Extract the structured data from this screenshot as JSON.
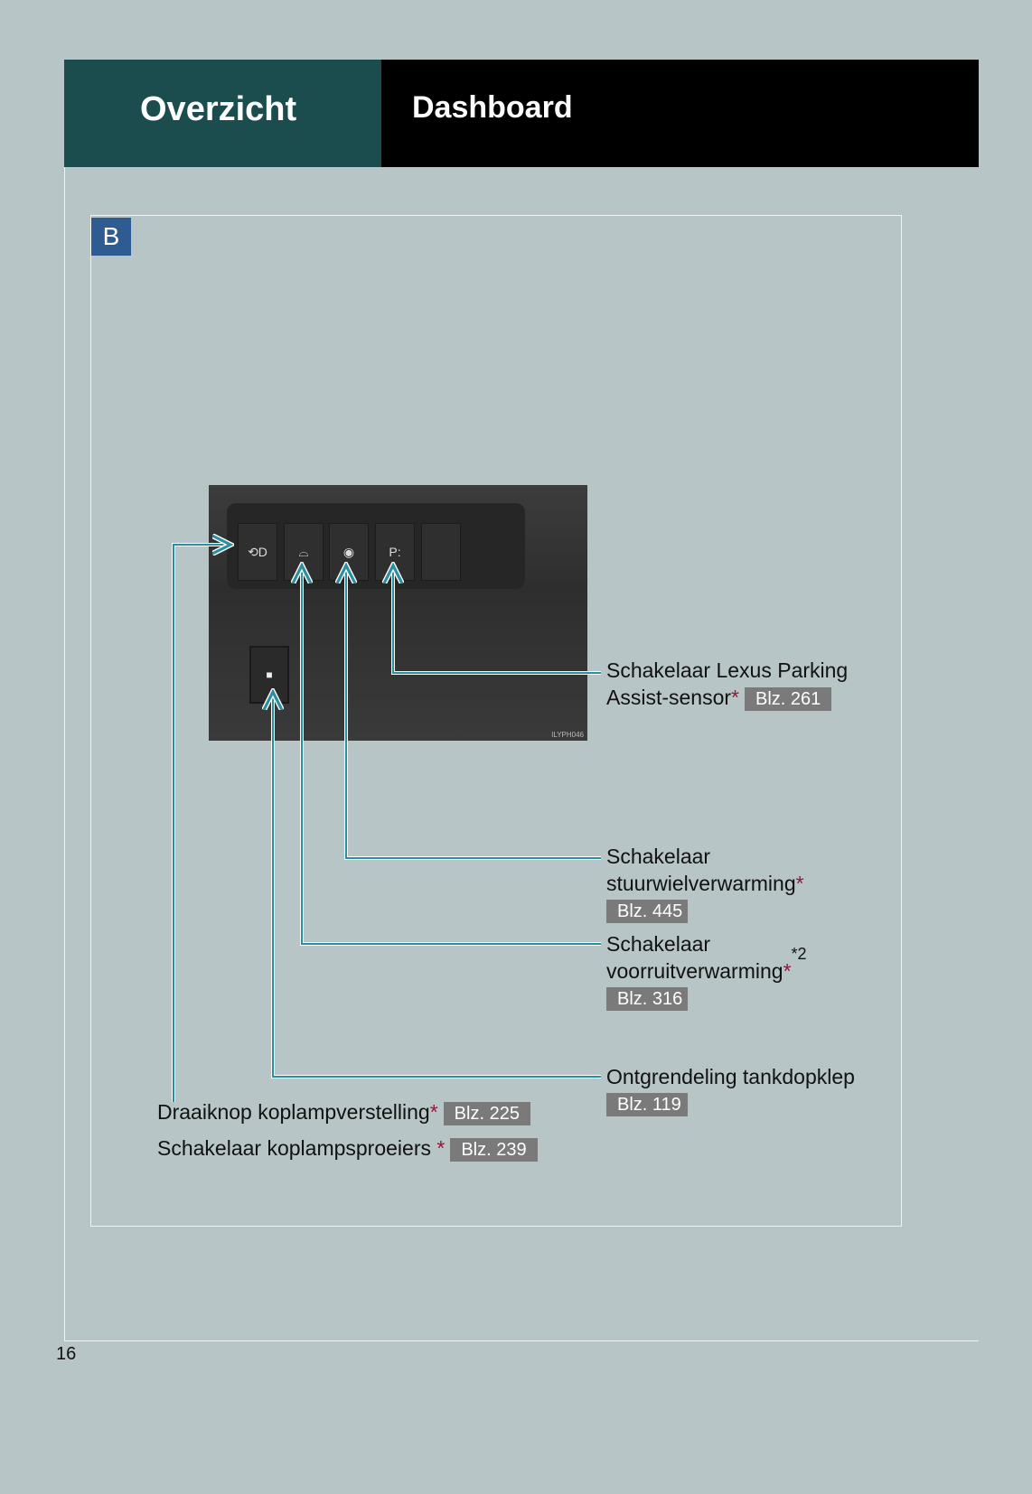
{
  "header": {
    "section": "Overzicht",
    "title": "Dashboard"
  },
  "badge": "B",
  "photo": {
    "code": "ILYPH046",
    "switches": [
      "headlamp-leveling-icon",
      "windshield-heater-icon",
      "steering-heater-icon",
      "parking-sensor-icon",
      "fuel-door-icon"
    ]
  },
  "labels": {
    "parking": {
      "line1": "Schakelaar Lexus Parking",
      "line2": "Assist-sensor",
      "ast": "*",
      "page": "Blz. 261"
    },
    "steering": {
      "line1": "Schakelaar",
      "line2": "stuurwielverwarming",
      "ast": "*",
      "page": "Blz. 445"
    },
    "windshield": {
      "line1": "Schakelaar",
      "line2": "voorruitverwarming",
      "ast": "*",
      "sup": "*2",
      "page": "Blz. 316"
    },
    "fuel": {
      "line1": "Ontgrendeling tankdopklep",
      "page": "Blz. 119"
    },
    "headlamp_level": {
      "text": "Draaiknop koplampverstelling",
      "ast": "*",
      "page": "Blz. 225"
    },
    "headlamp_washer": {
      "text": "Schakelaar koplampsproeiers ",
      "ast": "*",
      "page": "Blz. 239"
    }
  },
  "page_number": "16"
}
